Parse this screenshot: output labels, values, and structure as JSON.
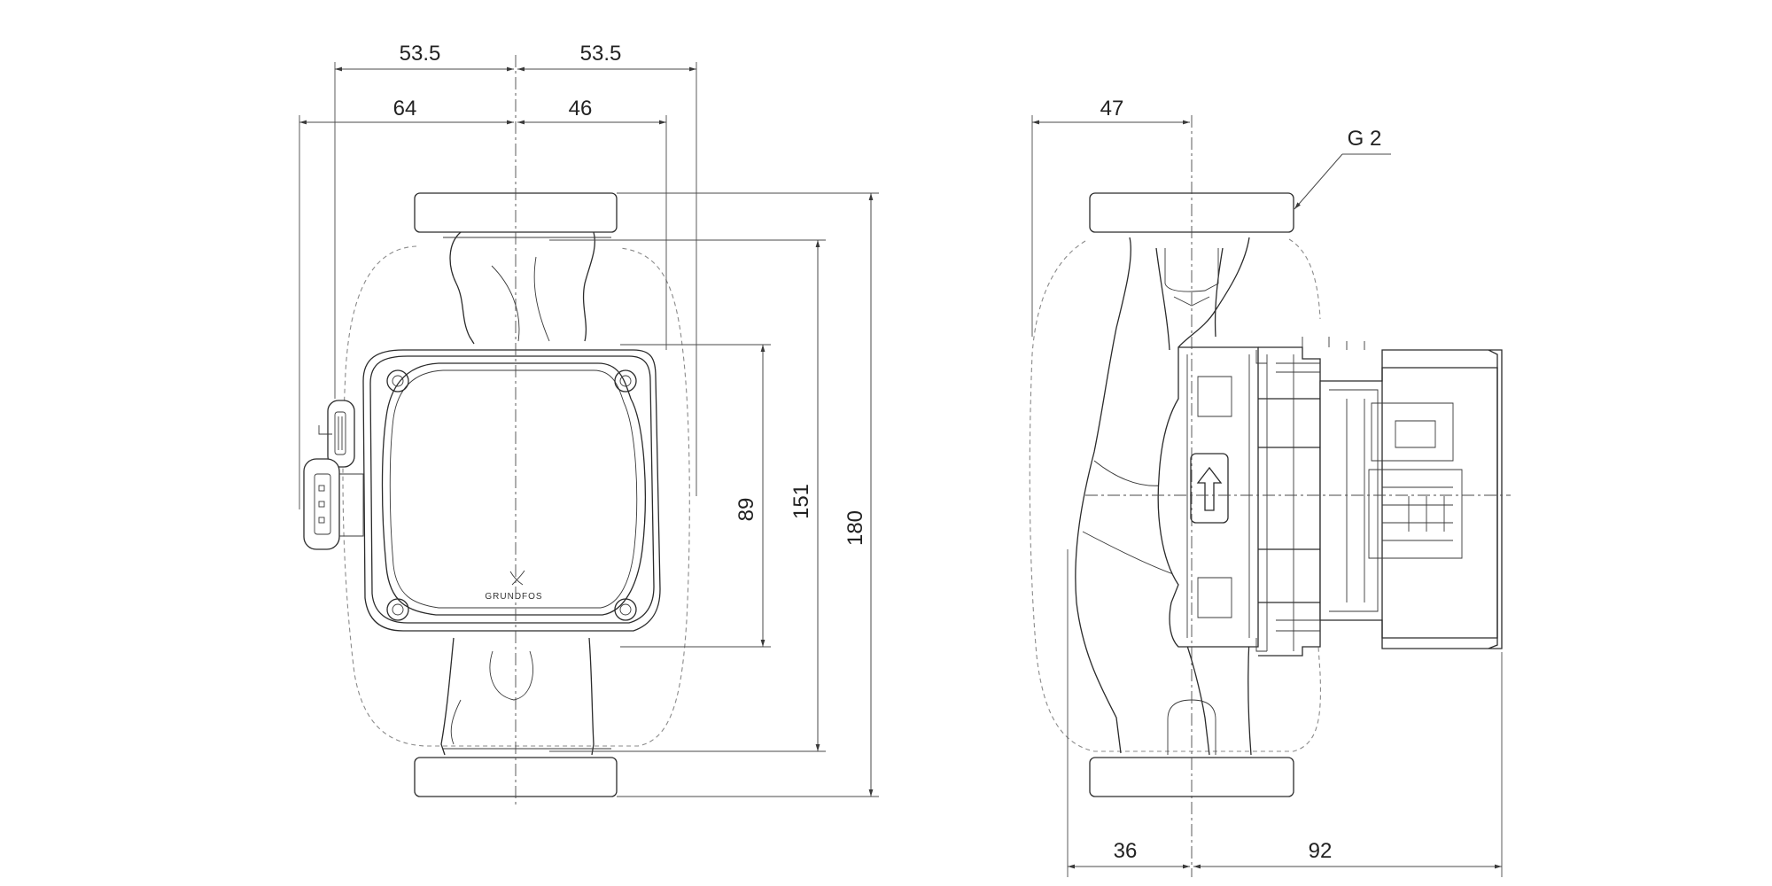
{
  "front_view": {
    "dims": {
      "top_left": "53.5",
      "top_right": "53.5",
      "mid_left": "64",
      "mid_right": "46",
      "body_height": "89",
      "port_height": "151",
      "total_height": "180"
    },
    "brand": "GRUNDFOS"
  },
  "side_view": {
    "dims": {
      "top_left": "47",
      "bottom_left": "36",
      "bottom_right": "92"
    },
    "thread_label": "G 2"
  }
}
